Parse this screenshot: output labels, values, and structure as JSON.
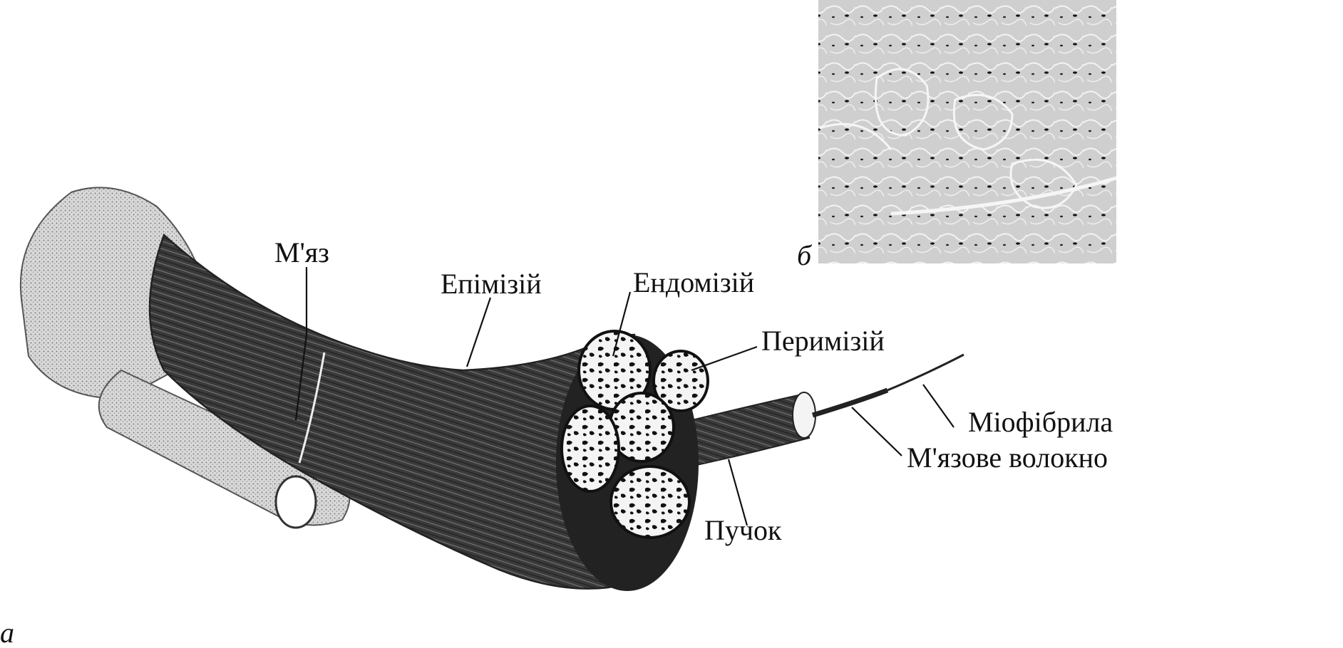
{
  "labels": {
    "muscle": "М'яз",
    "epimysium": "Епімізій",
    "endomysium": "Ендомізій",
    "perimysium": "Перимізій",
    "myofibril": "Міофібрила",
    "muscle_fiber": "М'язове волокно",
    "bundle": "Пучок"
  },
  "panels": {
    "a": "а",
    "b": "б"
  }
}
